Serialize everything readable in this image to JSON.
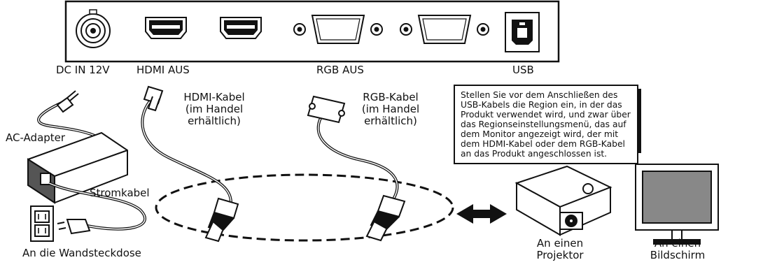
{
  "ports": {
    "dc_in": "DC IN 12V",
    "hdmi_out": "HDMI AUS",
    "rgb_out": "RGB AUS",
    "usb": "USB"
  },
  "cables": {
    "hdmi": [
      "HDMI-Kabel",
      "(im Handel",
      "erhältlich)"
    ],
    "rgb": [
      "RGB-Kabel",
      "(im Handel",
      "erhältlich)"
    ],
    "ac_adapter": "AC-Adapter",
    "power_cord": "Stromkabel",
    "wall_outlet": "An die Wandsteckdose"
  },
  "note": "Stellen Sie vor dem Anschließen des USB-Kabels die Region ein, in der das Produkt verwendet wird, und zwar über das Regionseinstellungsmenü, das auf dem Monitor angezeigt wird, der mit dem HDMI-Kabel oder dem RGB-Kabel an das Produkt angeschlossen ist.",
  "devices": {
    "projector": [
      "An einen",
      "Projektor"
    ],
    "monitor": [
      "An einen",
      "Bildschirm"
    ]
  }
}
